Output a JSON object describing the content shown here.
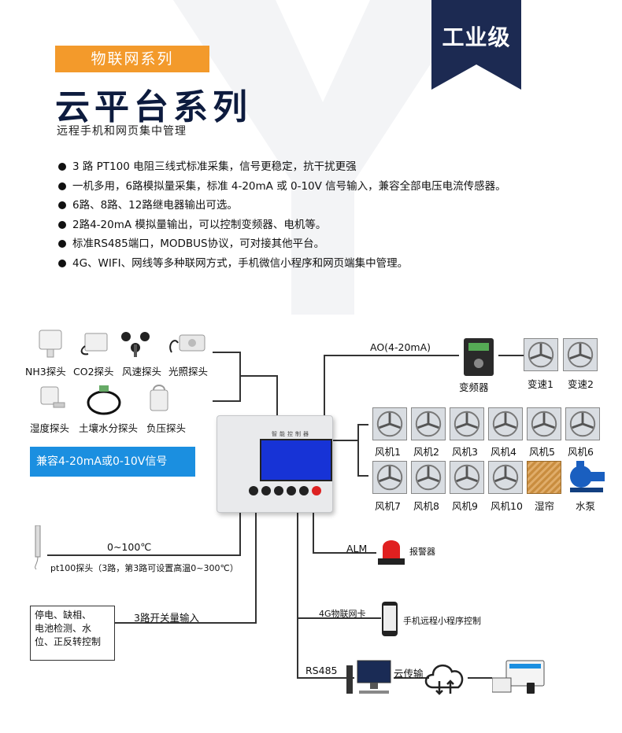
{
  "badge": "工业级",
  "category": "物联网系列",
  "title": "云平台系列",
  "subtitle": "远程手机和网页集中管理",
  "features": [
    "3 路 PT100 电阻三线式标准采集，信号更稳定，抗干扰更强",
    "一机多用，6路模拟量采集，标准 4-20mA 或 0-10V 信号输入，兼容全部电压电流传感器。",
    "6路、8路、12路继电器输出可选。",
    "2路4-20mA 模拟量输出，可以控制变频器、电机等。",
    "标准RS485端口，MODBUS协议，可对接其他平台。",
    "4G、WIFI、网线等多种联网方式，手机微信小程序和网页端集中管理。"
  ],
  "sensors": {
    "nh3": "NH3探头",
    "co2": "CO2探头",
    "wind": "风速探头",
    "light": "光照探头",
    "humidity": "湿度探头",
    "soil": "土壤水分探头",
    "pressure": "负压探头"
  },
  "compat": "兼容4-20mA或0-10V信号",
  "controller_head": "智能控制器",
  "pt100": {
    "range": "0~100℃",
    "label": "pt100探头（3路，第3路可设置高温0~300℃）"
  },
  "switch_input": {
    "label": "3路开关量输入",
    "box": [
      "停电、缺相、",
      "电池检测、水",
      "位、正反转控制"
    ]
  },
  "ao": "AO(4-20mA)",
  "inverter": "变频器",
  "var_fans": [
    "变速1",
    "变速2"
  ],
  "fans_row1": [
    "风机1",
    "风机2",
    "风机3",
    "风机4",
    "风机5",
    "风机6"
  ],
  "fans_row2": [
    "风机7",
    "风机8",
    "风机9",
    "风机10"
  ],
  "curtain": "湿帘",
  "pump": "水泵",
  "alm": "ALM",
  "alarm": "报警器",
  "iot_card": "4G物联网卡",
  "phone": "手机远程小程序控制",
  "rs485": "RS485",
  "cloud": "云传输",
  "colors": {
    "orange": "#f39a2b",
    "navy": "#0d1b3e",
    "blue": "#1b8fe0",
    "screen": "#1733d6"
  }
}
